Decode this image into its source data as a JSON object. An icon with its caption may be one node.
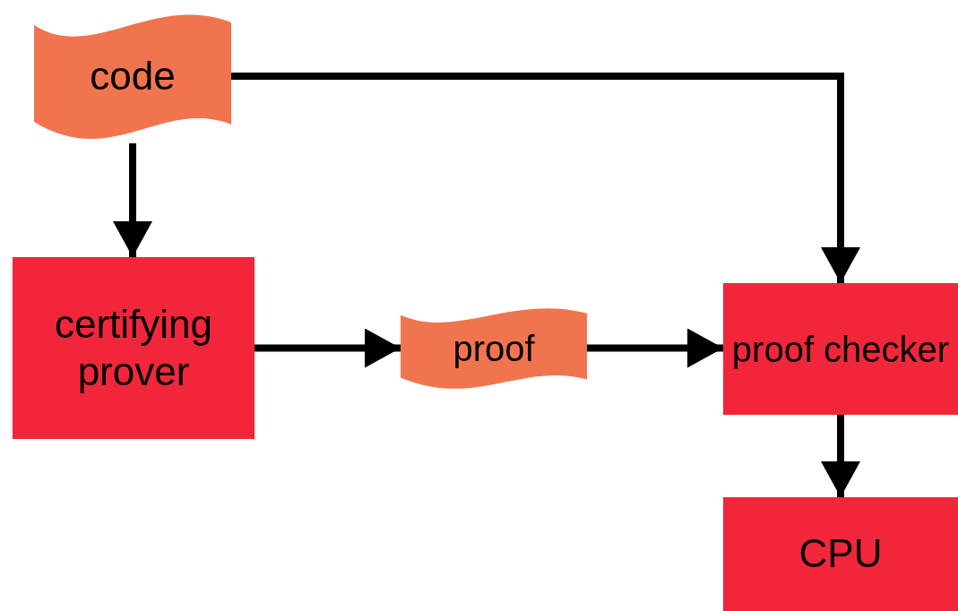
{
  "diagram": {
    "nodes": [
      {
        "text": [
          "code"
        ]
      },
      {
        "text": [
          "certifying prover"
        ]
      },
      {
        "text": [
          "proof"
        ]
      },
      {
        "text": [
          "proof checker"
        ]
      },
      {
        "text": [
          "CPU"
        ]
      }
    ],
    "edges": [
      {
        "from": 0,
        "to": 1,
        "arrow": "to"
      },
      {
        "from": 1,
        "to": 2,
        "arrow": "to"
      },
      {
        "from": 2,
        "to": 3,
        "arrow": "to"
      },
      {
        "from": 0,
        "to": 3,
        "arrow": "to"
      },
      {
        "from": 3,
        "to": 4,
        "arrow": "to"
      }
    ]
  }
}
